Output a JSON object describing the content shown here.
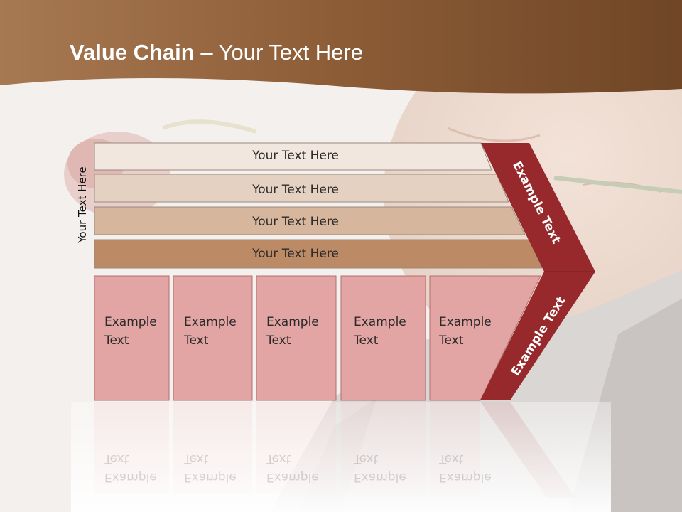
{
  "title": {
    "bold": "Value Chain",
    "rest": " – Your Text Here"
  },
  "side_label": "Your Text Here",
  "bars": [
    {
      "label": "Your Text Here",
      "color": "#f1e7df"
    },
    {
      "label": "Your Text Here",
      "color": "#e5d1c2"
    },
    {
      "label": "Your Text Here",
      "color": "#d6b79d"
    },
    {
      "label": "Your Text Here",
      "color": "#bc8b66"
    }
  ],
  "boxes": [
    {
      "line1": "Example",
      "line2": "Text"
    },
    {
      "line1": "Example",
      "line2": "Text"
    },
    {
      "line1": "Example",
      "line2": "Text"
    },
    {
      "line1": "Example",
      "line2": "Text"
    },
    {
      "line1": "Example",
      "line2": "Text"
    }
  ],
  "chevron": {
    "upper_label": "Example Text",
    "lower_label": "Example Text",
    "color": "#97292c"
  },
  "colors": {
    "header": "#8a5a35",
    "box_fill": "#e3a4a4",
    "box_border": "#b07070"
  }
}
